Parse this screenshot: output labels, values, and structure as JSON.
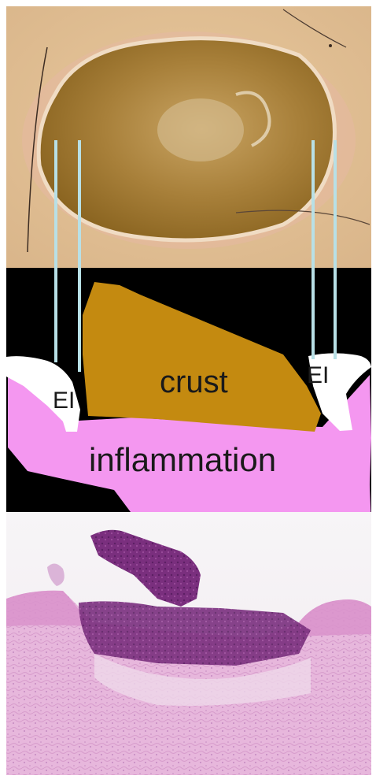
{
  "diagram": {
    "labels": {
      "crust": "crust",
      "inflammation": "inflammation",
      "ei_left": "EI",
      "ei_right": "EI"
    },
    "colors": {
      "crust": "#c48a10",
      "inflammation": "#f497f0",
      "background": "#000000",
      "guide_lines": "#b8e0e6",
      "epithelium": "#ffffff"
    }
  }
}
